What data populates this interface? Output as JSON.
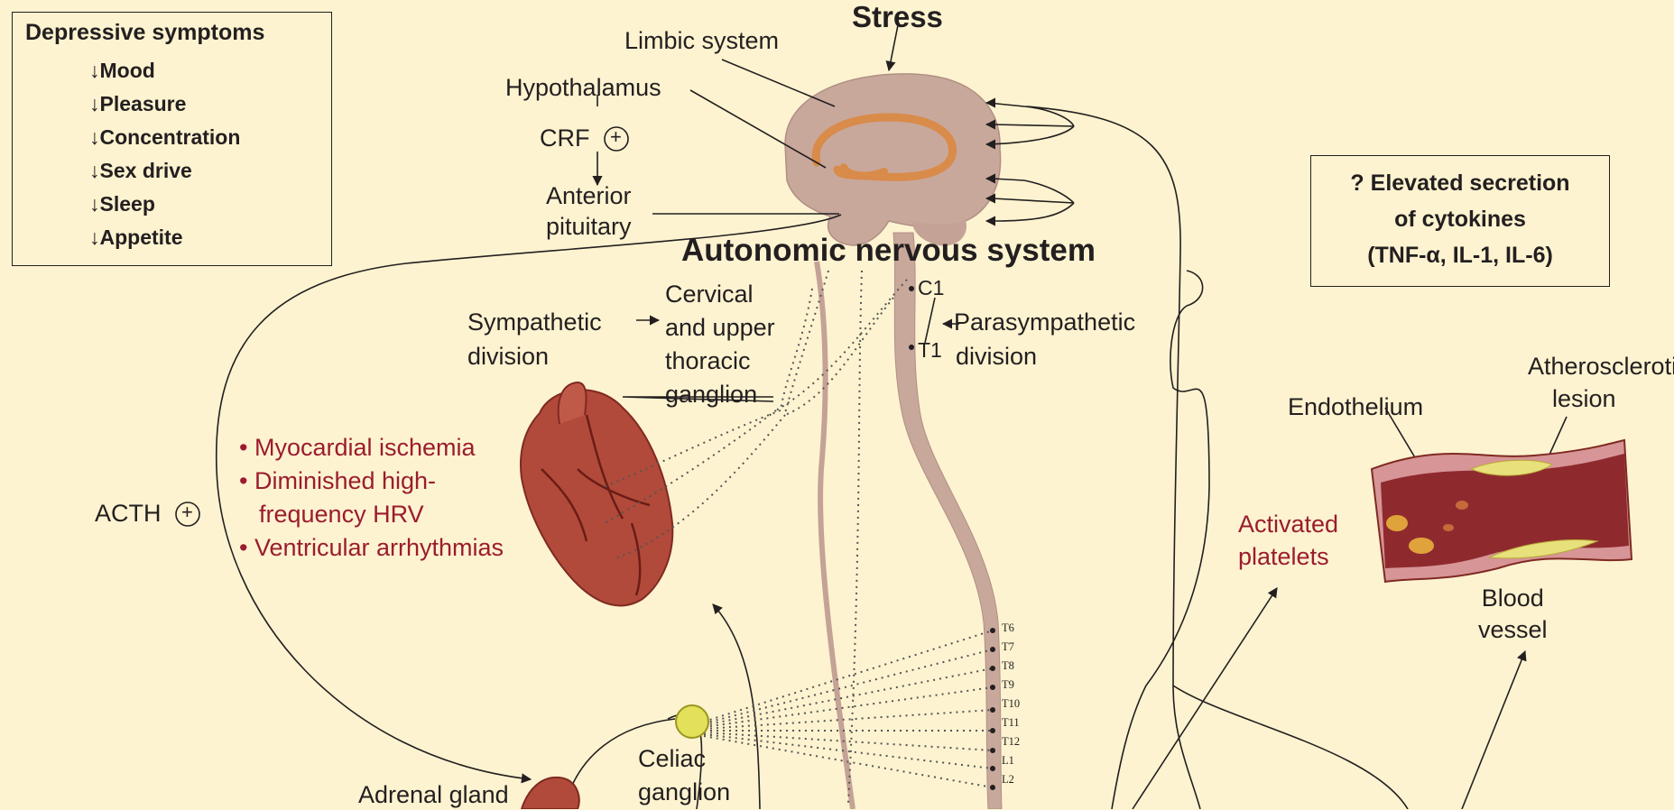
{
  "title": "Stress",
  "symptoms_box": {
    "heading": "Depressive symptoms",
    "items": [
      "↓Mood",
      "↓Pleasure",
      "↓Concentration",
      "↓Sex drive",
      "↓Sleep",
      "↓Appetite"
    ]
  },
  "brain": {
    "limbic": "Limbic system",
    "hypothalamus": "Hypothalamus",
    "crf": "CRF",
    "plus": "+",
    "anterior_pituitary_1": "Anterior",
    "anterior_pituitary_2": "pituitary"
  },
  "ans_title": "Autonomic nervous system",
  "sympathetic_1": "Sympathetic",
  "sympathetic_2": "division",
  "cervical": [
    "Cervical",
    "and upper",
    "thoracic",
    "ganglion"
  ],
  "parasympathetic_1": "Parasympathetic",
  "parasympathetic_2": "division",
  "spine_top": {
    "c1": "C1",
    "t1": "T1"
  },
  "spine_levels": [
    "T6",
    "T7",
    "T8",
    "T9",
    "T10",
    "T11",
    "T12",
    "L1",
    "L2"
  ],
  "heart_effects": [
    "• Myocardial ischemia",
    "• Diminished high-",
    "frequency HRV",
    "• Ventricular arrhythmias"
  ],
  "acth": "ACTH",
  "celiac_1": "Celiac",
  "celiac_2": "ganglion",
  "adrenal": "Adrenal gland",
  "cytokines": [
    "? Elevated secretion",
    "of cytokines",
    "(TNF-α, IL-1, IL-6)"
  ],
  "atherosclerotic_1": "Atherosclerotic",
  "atherosclerotic_2": "lesion",
  "endothelium": "Endothelium",
  "activated_1": "Activated",
  "activated_2": "platelets",
  "blood_vessel_1": "Blood",
  "blood_vessel_2": "vessel",
  "colors": {
    "background": "#fdf3d0",
    "brain": "#c9a89c",
    "limbic": "#d98b4a",
    "heart": "#b14a3a",
    "accent_red": "#9b1c2e",
    "celiac": "#e3e05a"
  }
}
